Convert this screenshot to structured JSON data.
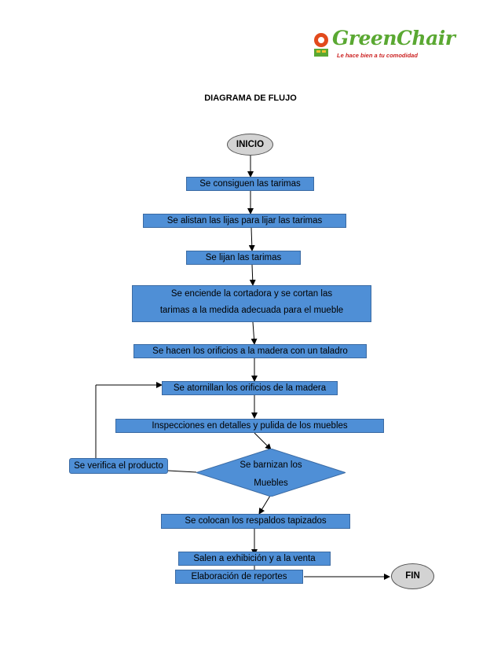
{
  "logo": {
    "name": "GreenChair",
    "tagline": "Le hace bien a tu comodidad"
  },
  "title": "DIAGRAMA DE FLUJO",
  "nodes": {
    "inicio": "INICIO",
    "step1": "Se consiguen las tarimas",
    "step2": "Se alistan las lijas para lijar las tarimas",
    "step3": "Se lijan las tarimas",
    "step4": {
      "line1": "Se enciende la cortadora y se cortan las",
      "line2": "tarimas a la medida adecuada para el mueble"
    },
    "step5": "Se hacen los orificios a la madera con un taladro",
    "step6": "Se atornillan los orificios de la madera",
    "step7": "Inspecciones en detalles y pulida de los muebles",
    "decision": {
      "line1": "Se barnizan los",
      "line2": "Muebles"
    },
    "verify": "Se verifica el producto",
    "step8": "Se colocan los respaldos tapizados",
    "step9": "Salen a exhibición y a la venta",
    "step10": "Elaboración de reportes",
    "fin": "FIN"
  },
  "colors": {
    "box": "#4f8fd6",
    "oval": "#d3d3d3",
    "logo_green": "#5aa832",
    "logo_red": "#cc2222"
  }
}
